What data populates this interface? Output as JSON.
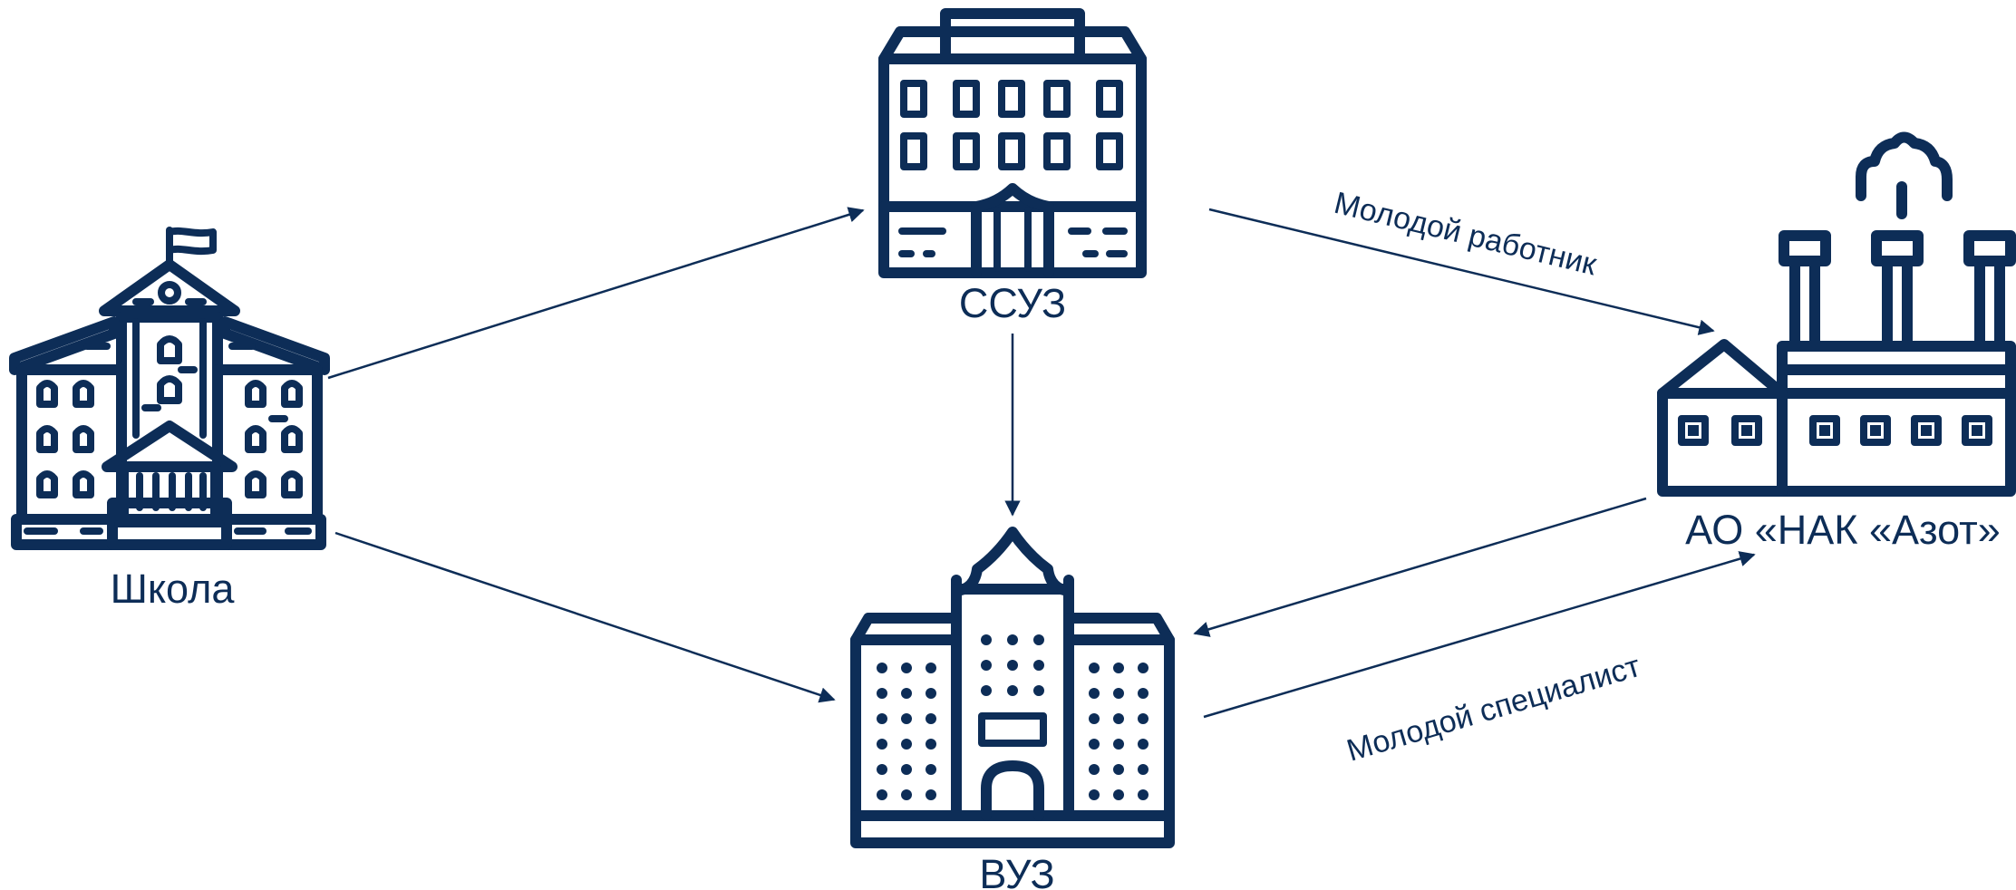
{
  "colors": {
    "primary": "#0d2d57"
  },
  "nodes": {
    "school": {
      "label": "Школа",
      "icon": "school-building-icon"
    },
    "college": {
      "label": "ССУЗ",
      "icon": "college-building-icon"
    },
    "university": {
      "label": "ВУЗ",
      "icon": "university-building-icon"
    },
    "plant": {
      "label": "АО «НАК «Азот»",
      "icon": "factory-icon"
    }
  },
  "edges": [
    {
      "from": "school",
      "to": "college",
      "label": ""
    },
    {
      "from": "school",
      "to": "university",
      "label": ""
    },
    {
      "from": "college",
      "to": "university",
      "label": ""
    },
    {
      "from": "college",
      "to": "plant",
      "label": "Молодой работник"
    },
    {
      "from": "plant",
      "to": "university",
      "label": ""
    },
    {
      "from": "university",
      "to": "plant",
      "label": "Молодой специалист"
    }
  ]
}
